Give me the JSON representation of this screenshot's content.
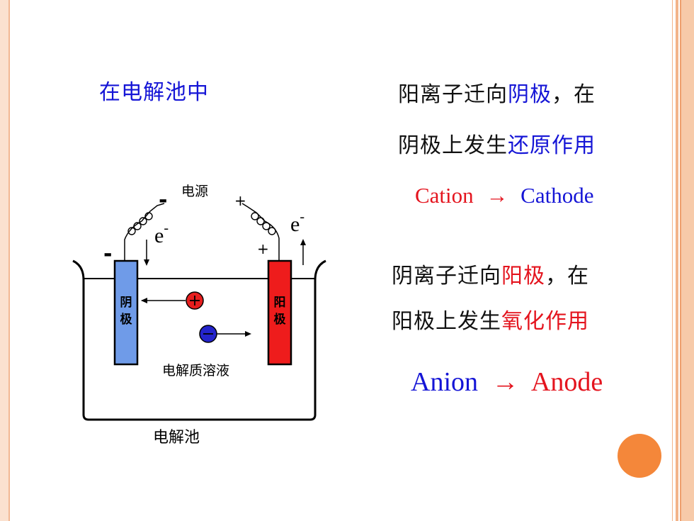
{
  "title": "在电解池中",
  "right_text": {
    "cation_line1_a": "阳离子迁向",
    "cation_line1_b": "阴极",
    "cation_line1_c": "，在",
    "cation_line2_a": "阴极上发生",
    "cation_line2_b": "还原作用",
    "cation_eq_left": "Cation",
    "cation_eq_right": "Cathode",
    "anion_line1_a": "阴离子迁向",
    "anion_line1_b": "阳极",
    "anion_line1_c": "，在",
    "anion_line2_a": "阳极上发生",
    "anion_line2_b": "氧化作用",
    "anion_eq_left": "Anion",
    "anion_eq_right": "Anode",
    "arrow": "→"
  },
  "diagram": {
    "power_label": "电源",
    "minus_sign": "-",
    "plus_sign": "+",
    "electron_label": "e",
    "electron_sup": "-",
    "cathode_label_1": "阴",
    "cathode_label_2": "极",
    "anode_label_1": "阳",
    "anode_label_2": "极",
    "solution_label": "电解质溶液",
    "cell_label": "电解池",
    "colors": {
      "cathode": "#6f9be8",
      "anode": "#ee1c1c",
      "cation": "#e61e1e",
      "anion": "#2424cc"
    }
  }
}
